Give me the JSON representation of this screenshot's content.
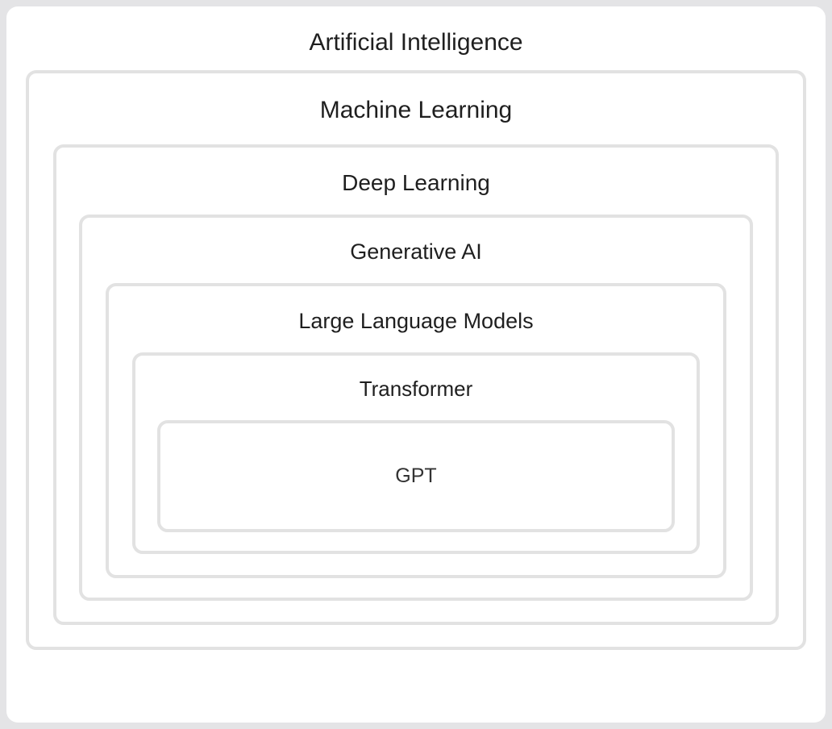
{
  "diagram": {
    "type": "nested-containment",
    "title": "Artificial Intelligence",
    "stroke_color": "#e2e2e2",
    "frame_background": "#e4e4e6",
    "panel_background": "#ffffff",
    "text_color": "#1f1f1f",
    "levels": [
      {
        "depth": 0,
        "label": "Artificial Intelligence"
      },
      {
        "depth": 1,
        "label": "Machine Learning"
      },
      {
        "depth": 2,
        "label": "Deep Learning"
      },
      {
        "depth": 3,
        "label": "Generative AI"
      },
      {
        "depth": 4,
        "label": "Large Language Models"
      },
      {
        "depth": 5,
        "label": "Transformer"
      },
      {
        "depth": 6,
        "label": "GPT"
      }
    ]
  }
}
